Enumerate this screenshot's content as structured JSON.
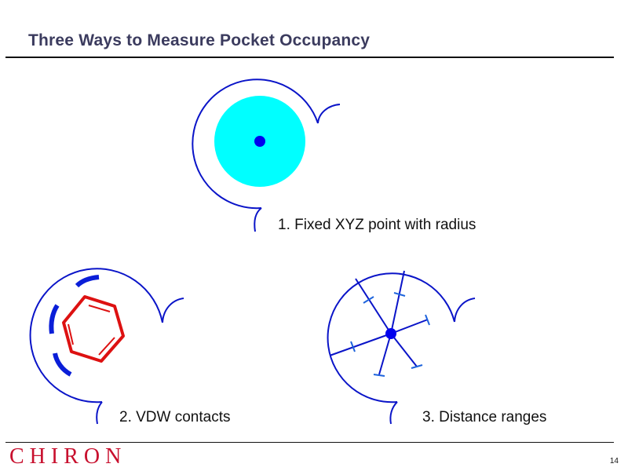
{
  "slide": {
    "title": "Three Ways to Measure Pocket Occupancy",
    "page_number": "14",
    "logo_text": "CHIRON"
  },
  "panels": [
    {
      "label": "1. Fixed XYZ point with radius"
    },
    {
      "label": "2. VDW contacts"
    },
    {
      "label": "3. Distance ranges"
    }
  ],
  "colors": {
    "pocket_outline": "#0a14c8",
    "sphere_fill": "#00ffff",
    "center_point": "#0000ee",
    "ring": "#dd1111",
    "contact_arc": "#0a1ed8",
    "range_marks": "#1e64dc",
    "logo": "#c8102e"
  }
}
